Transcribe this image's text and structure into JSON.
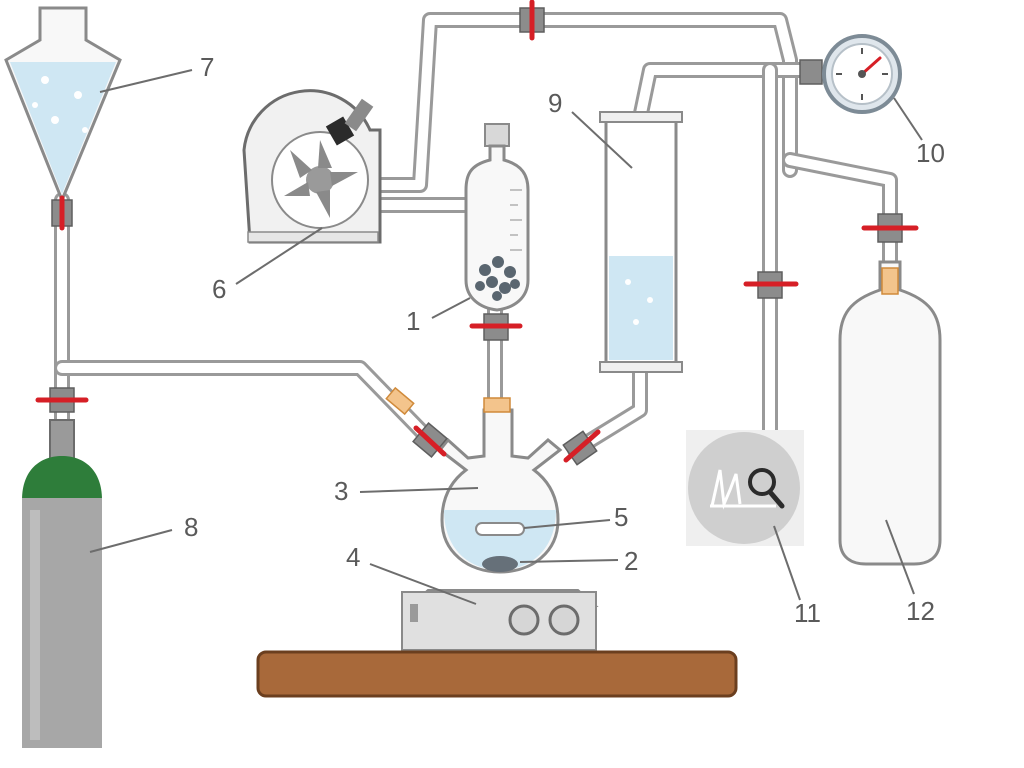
{
  "labels": {
    "n1": "1",
    "n2": "2",
    "n3": "3",
    "n4": "4",
    "n5": "5",
    "n6": "6",
    "n7": "7",
    "n8": "8",
    "n9": "9",
    "n10": "10",
    "n11": "11",
    "n12": "12"
  },
  "colors": {
    "valve_handle": "#d61f26",
    "liquid": "#cfe7f3",
    "cylinder_green": "#2e7d3a",
    "bench_wood": "#a8693a",
    "glass_outline": "#8a8a8a"
  }
}
